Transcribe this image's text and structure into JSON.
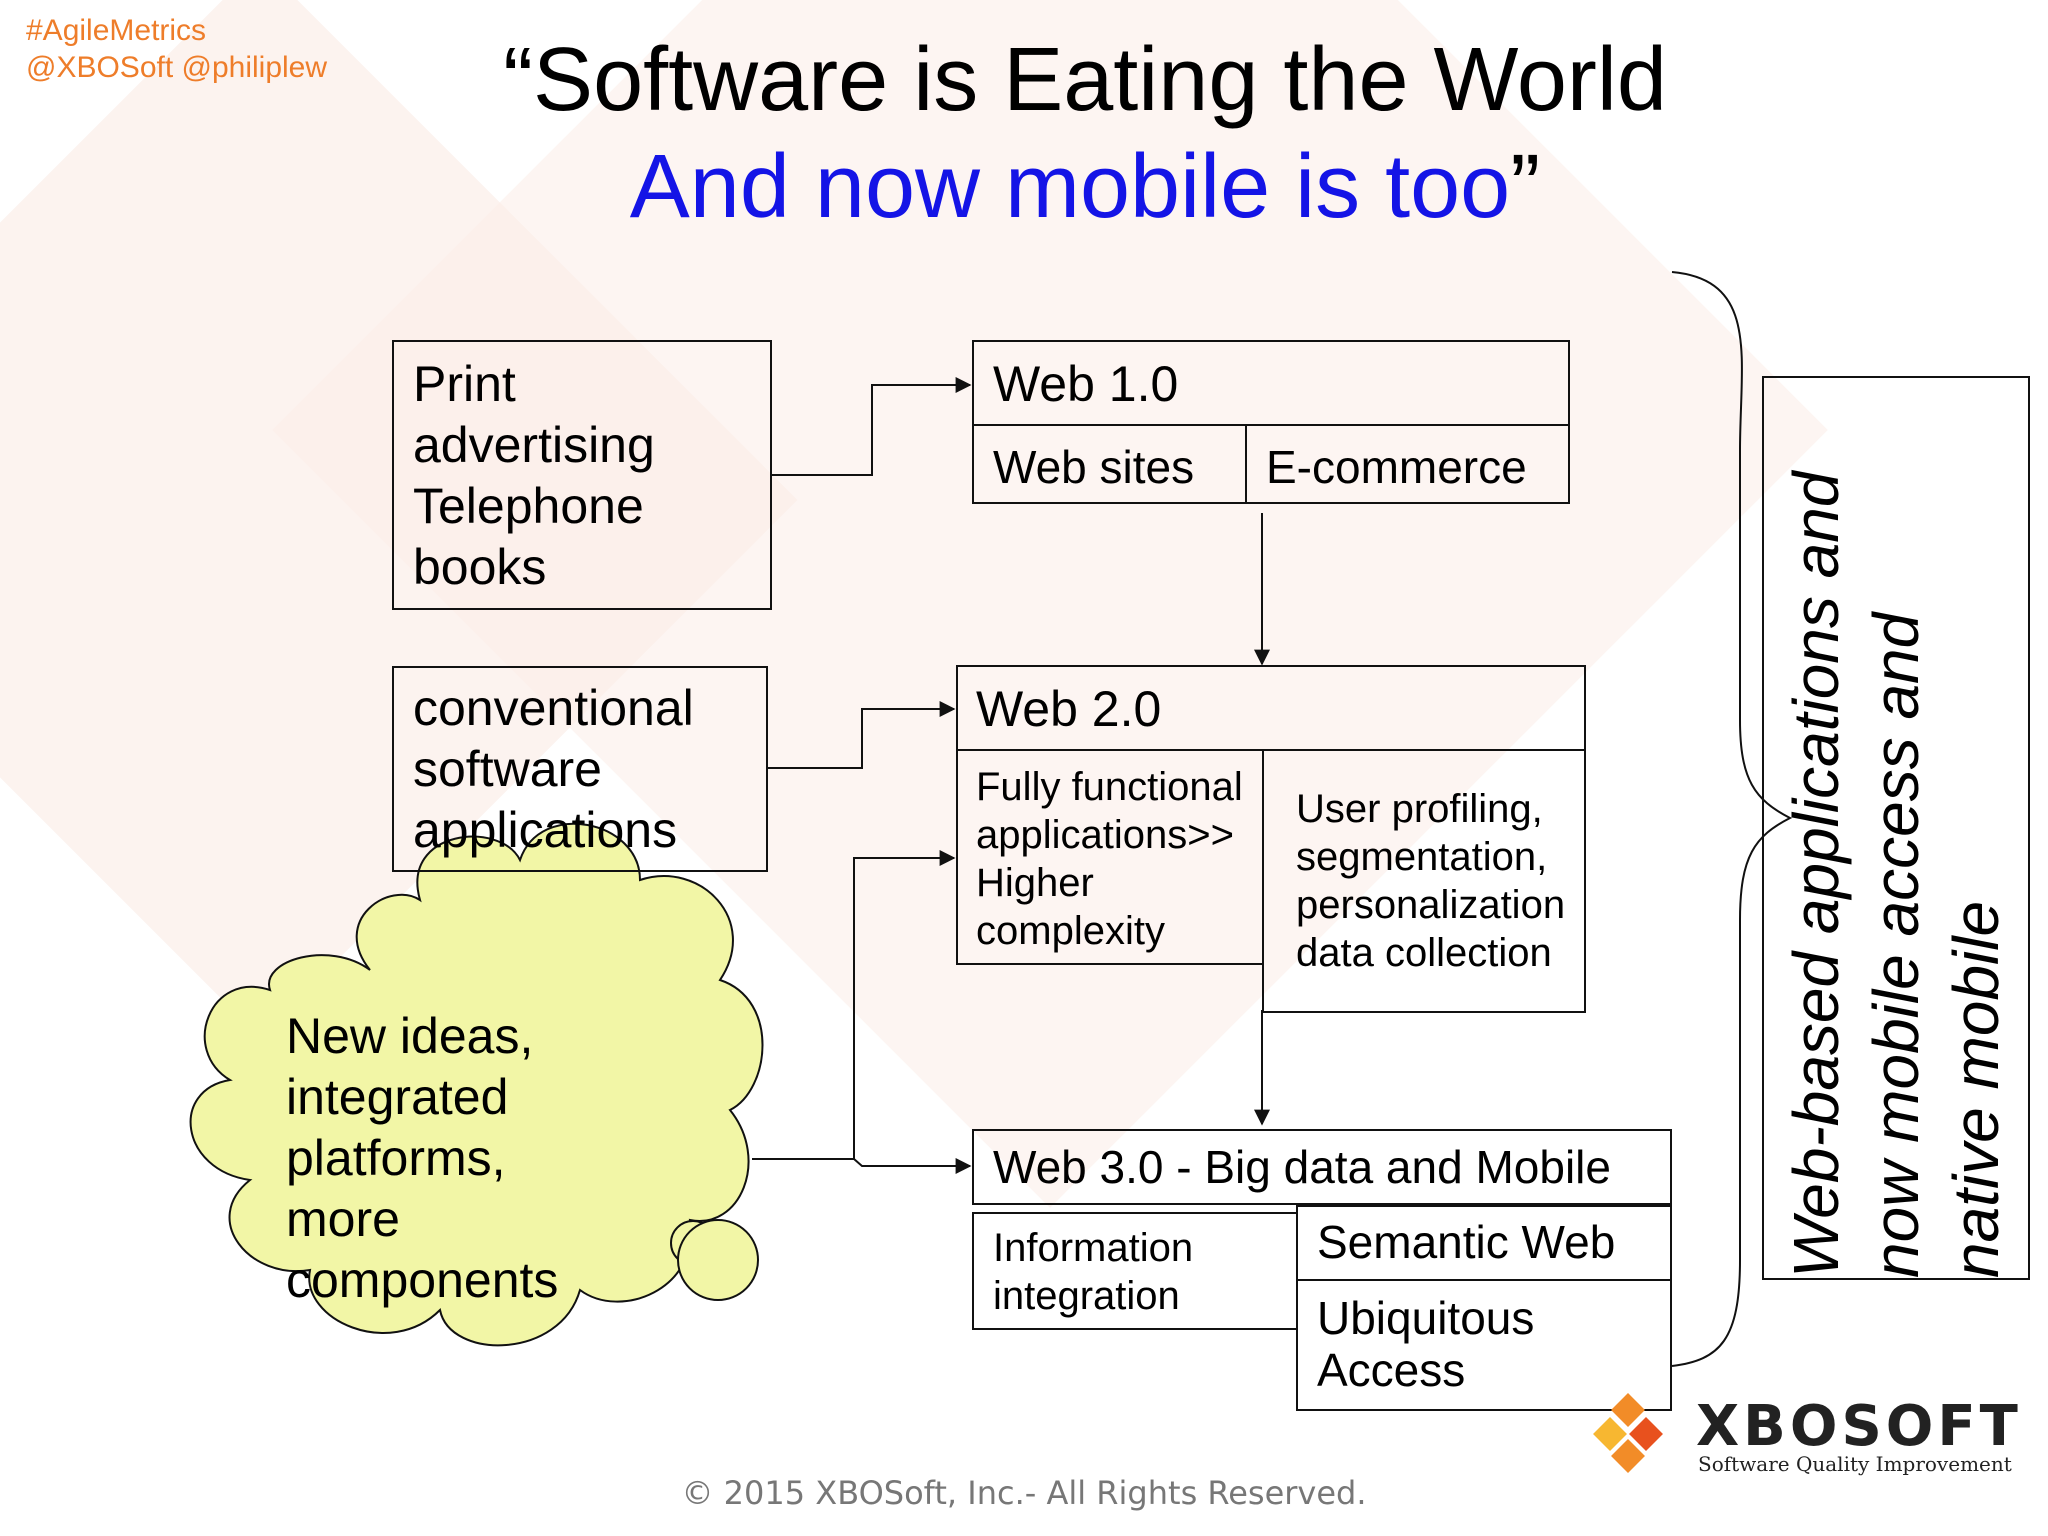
{
  "tags": {
    "line1": "#AgileMetrics",
    "line2": "@XBOSoft @philiplew"
  },
  "title": {
    "line1": "“Software is Eating the World",
    "line2_blue": "And now mobile is too",
    "line2_end": "”"
  },
  "boxes": {
    "print": [
      "Print",
      "advertising",
      "Telephone",
      "books"
    ],
    "conventional": [
      "conventional",
      "software",
      "applications"
    ],
    "web1": {
      "title": "Web 1.0",
      "left": "Web sites",
      "right": "E-commerce"
    },
    "web2": {
      "title": "Web 2.0",
      "left": [
        "Fully functional",
        "applications>>",
        "Higher",
        "complexity"
      ],
      "right": [
        "User profiling,",
        "segmentation,",
        "personalization",
        "data collection"
      ]
    },
    "web3": {
      "title": "Web 3.0  - Big data and Mobile",
      "info": [
        "Information",
        "integration"
      ],
      "semantic": "Semantic Web",
      "ubiquitous": [
        "Ubiquitous",
        "Access"
      ]
    }
  },
  "cloud": {
    "lines": [
      "New ideas,",
      "integrated",
      "platforms,",
      "more",
      "components"
    ],
    "fill": "#f2f6a6"
  },
  "side_label": {
    "lines": [
      "Web-based applications and",
      "now mobile access and",
      "native mobile"
    ]
  },
  "logo": {
    "name": "XBOSOFT",
    "tagline": "Software Quality Improvement",
    "colors": [
      "#f28c28",
      "#e8511e",
      "#f7b731"
    ]
  },
  "footer": "© 2015 XBOSoft, Inc.- All Rights Reserved.",
  "colors": {
    "tags": "#ee7d2a",
    "title_blue": "#1414e6"
  }
}
